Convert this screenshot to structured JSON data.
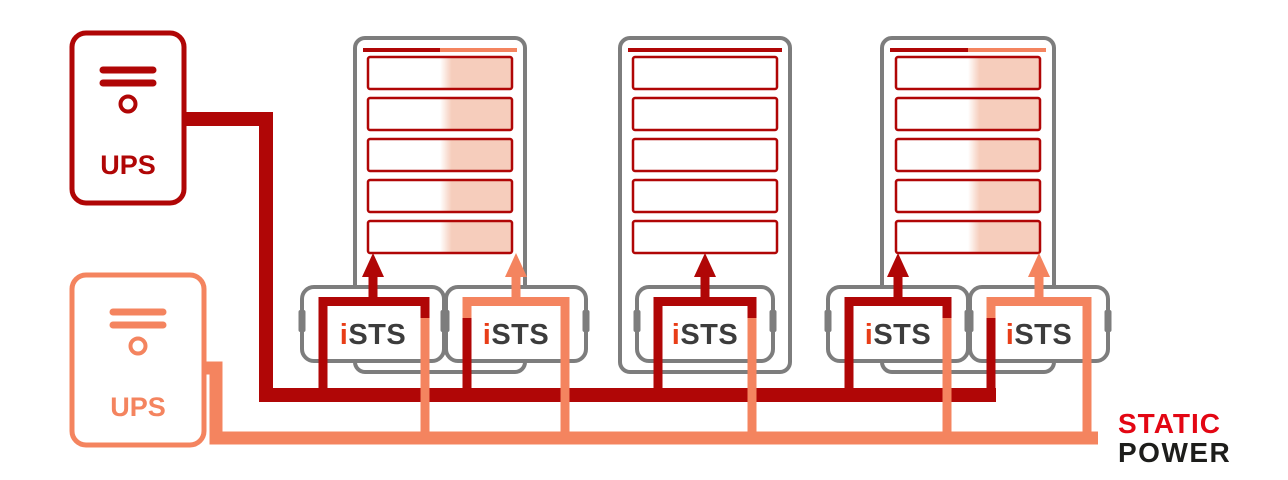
{
  "colors": {
    "dark_red": "#b00606",
    "orange": "#f4845f",
    "bar_tint": "#f6cdbc",
    "outline_gray": "#7d7d7d",
    "sts_gray": "#3c3c3c",
    "i_red": "#e83d17",
    "logo_red": "#e30613",
    "logo_dark": "#1d1d1b"
  },
  "ups": [
    {
      "label": "UPS",
      "source": "red"
    },
    {
      "label": "UPS",
      "source": "orange"
    }
  ],
  "sts_units": [
    {
      "label_i": "i",
      "label_sts": "STS",
      "active": "red"
    },
    {
      "label_i": "i",
      "label_sts": "STS",
      "active": "orange"
    },
    {
      "label_i": "i",
      "label_sts": "STS",
      "active": "red"
    },
    {
      "label_i": "i",
      "label_sts": "STS",
      "active": "red"
    },
    {
      "label_i": "i",
      "label_sts": "STS",
      "active": "orange"
    }
  ],
  "racks": [
    {
      "bar_count": 5,
      "feed": "dual"
    },
    {
      "bar_count": 5,
      "feed": "single-red"
    },
    {
      "bar_count": 5,
      "feed": "dual"
    }
  ],
  "logo": {
    "line1": "STATIC",
    "line2": "POWER"
  }
}
